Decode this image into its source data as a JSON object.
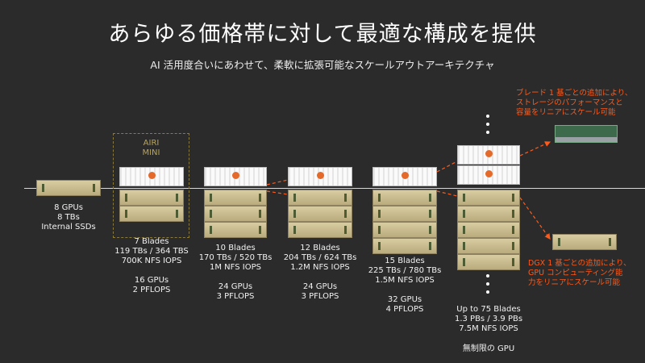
{
  "title": "あらゆる価格帯に対して最適な構成を提供",
  "subtitle": "AI 活用度合いにあわせて、柔軟に拡張可能なスケールアウトアーキテクチャ",
  "airi_mini_label": "AIRI\nMINI",
  "configs": [
    {
      "storage": "",
      "gpu": "8 GPUs\n8 TBs\nInternal SSDs"
    },
    {
      "storage": "7 Blades\n119 TBs / 364 TBS\n700K NFS IOPS",
      "gpu": "16 GPUs\n2 PFLOPS"
    },
    {
      "storage": "10 Blades\n170 TBs / 520 TBs\n1M NFS IOPS",
      "gpu": "24 GPUs\n3 PFLOPS"
    },
    {
      "storage": "12 Blades\n204 TBs / 624 TBs\n1.2M NFS IOPS",
      "gpu": "24 GPUs\n3 PFLOPS"
    },
    {
      "storage": "15 Blades\n225 TBs / 780 TBs\n1.5M NFS IOPS",
      "gpu": "32 GPUs\n4 PFLOPS"
    },
    {
      "storage": "Up to 75 Blades\n1.3 PBs / 3.9 PBs\n7.5M NFS IOPS",
      "gpu": "無制限の GPU"
    }
  ],
  "callout_blade": "ブレード 1 基ごとの追加により、\nストレージのパフォーマンスと\n容量をリニアにスケール可能",
  "callout_dgx": "DGX 1 基ごとの追加により、\nGPU コンピューティング能\n力をリニアにスケール可能",
  "colors": {
    "accent": "#ff5a1a",
    "background": "#2b2b2b",
    "airi_label": "#b9a45a"
  }
}
